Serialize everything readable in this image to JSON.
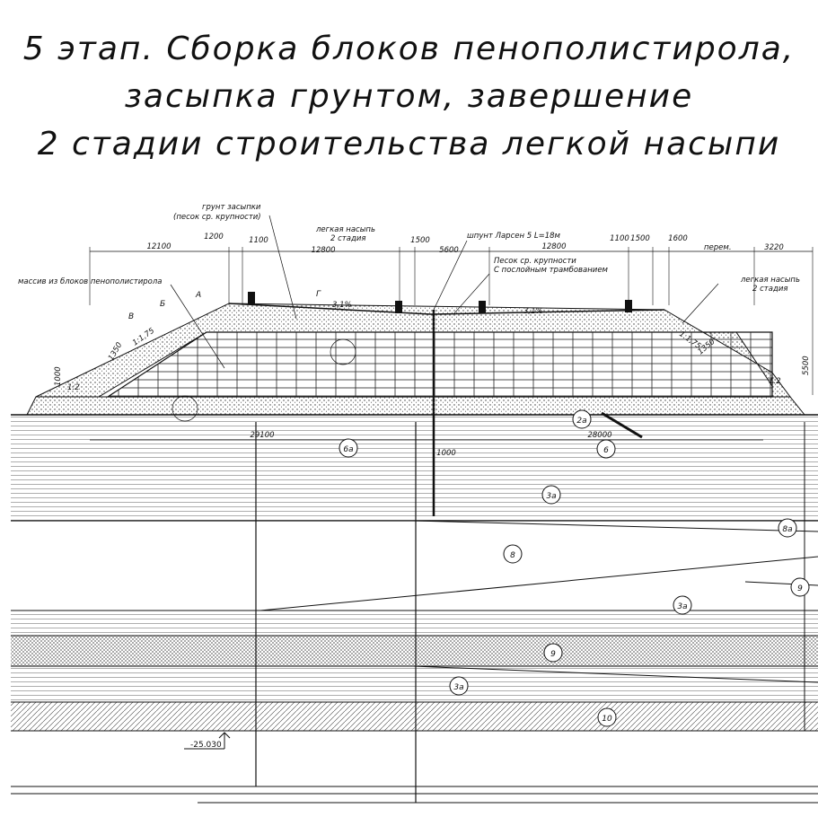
{
  "title": {
    "line1": "5 этап. Сборка блоков пенополистирола,",
    "line2": "засыпка грунтом, завершение",
    "line3": "2 стадии строительства легкой насыпи"
  },
  "labels": {
    "backfill1": "грунт засыпки",
    "backfill2": "(песок ср. крупности)",
    "light1": "легкая насыпь",
    "light2": "2 стадия",
    "sheet_pile": "шпунт Ларсен 5 L=18м",
    "sand1": "Песок ср. крупности",
    "sand2": "С послойным трамбованием",
    "massive": "массив из блоков пенополистирола",
    "light_r1": "легкая насыпь",
    "light_r2": "2 стадия",
    "perem": "перем."
  },
  "dims": {
    "d12100": "12100",
    "d1200": "1200",
    "d1100": "1100",
    "d12800a": "12800",
    "d1500a": "1500",
    "d5600": "5600",
    "d12800b": "12800",
    "d1100b": "1100",
    "d1500b": "1500",
    "d1600": "1600",
    "d3220": "3220",
    "d29100": "29100",
    "d28000": "28000",
    "d1000": "1000",
    "d5500": "5500",
    "d1000v": "1000",
    "d1350": "1350",
    "d1350b": "1350"
  },
  "slopes": {
    "s1": "3,1%",
    "s2": "3,1%",
    "s3": "1:1,75",
    "s4": "1:1,75",
    "s5": "1:2",
    "s6": "1:2"
  },
  "letters": {
    "A": "А",
    "B": "Б",
    "V": "В",
    "G": "Г"
  },
  "layers": [
    {
      "code": "2а"
    },
    {
      "code": "6а"
    },
    {
      "code": "6"
    },
    {
      "code": "3а"
    },
    {
      "code": "8а"
    },
    {
      "code": "8"
    },
    {
      "code": "9"
    },
    {
      "code": "3а"
    },
    {
      "code": "9"
    },
    {
      "code": "3а"
    },
    {
      "code": "10"
    }
  ],
  "elevation": "-25.030"
}
